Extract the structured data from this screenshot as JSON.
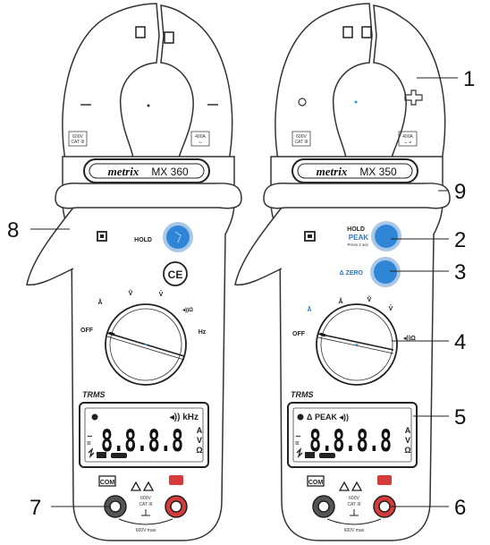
{
  "left_meter": {
    "brand": "metrix",
    "model": "MX 360",
    "jaw_rating_left": [
      "600V",
      "CAT III"
    ],
    "jaw_rating_right": [
      "400A",
      "∼"
    ],
    "hold_label": "HOLD",
    "ce_mark": "CE",
    "dial_labels": [
      "OFF",
      "Ã",
      "Ṽ",
      "V̄",
      "◂))Ω",
      "Hz"
    ],
    "trms_label": "TRMS",
    "lcd_top": "◂)) kHz",
    "lcd_digits": "8.8.8.8",
    "lcd_units": [
      "A",
      "V",
      "Ω"
    ],
    "com_label": "COM",
    "terminal_rating": [
      "600V",
      "CAT III"
    ],
    "terminal_max": "600V max"
  },
  "right_meter": {
    "brand": "metrix",
    "model": "MX 350",
    "jaw_rating_left": [
      "600V",
      "CAT III"
    ],
    "jaw_rating_right": [
      "400A",
      "∼ ="
    ],
    "hold_label": "HOLD",
    "peak_label": "PEAK",
    "press_label": "Press 2 sec",
    "zero_label": "Δ ZERO",
    "dial_labels": [
      "OFF",
      "Ā",
      "Ã",
      "Ṽ",
      "V̄",
      "◂))Ω"
    ],
    "trms_label": "TRMS",
    "lcd_top": "Δ PEAK ◂))",
    "lcd_digits": "8.8.8.8",
    "lcd_units": [
      "A",
      "V",
      "Ω"
    ],
    "com_label": "COM",
    "terminal_rating": [
      "600V",
      "CAT III"
    ],
    "terminal_max": "600V max"
  },
  "callouts": [
    "1",
    "2",
    "3",
    "4",
    "5",
    "6",
    "7",
    "8",
    "9"
  ],
  "colors": {
    "button_blue": "#2f86d6",
    "button_ring": "#a9c7e6",
    "terminal_red": "#d63b3b",
    "accent_blue": "#2a78c8",
    "outline": "#333333"
  }
}
